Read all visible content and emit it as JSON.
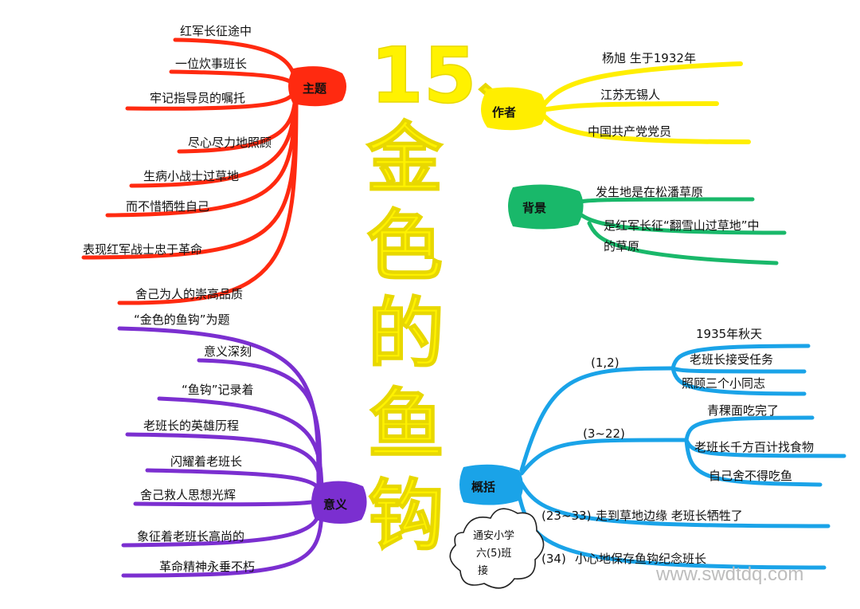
{
  "title": {
    "chars": [
      "15、",
      "金",
      "色",
      "的",
      "鱼",
      "钩"
    ],
    "color": "#fff200"
  },
  "branches": {
    "theme": {
      "hub": "主题",
      "color": "#ff2a10",
      "items": [
        "红军长征途中",
        "一位炊事班长",
        "牢记指导员的嘱托",
        "尽心尽力地照顾",
        "生病小战士过草地",
        "而不惜牺牲自己",
        "表现红军战士忠于革命",
        "舍己为人的崇高品质"
      ]
    },
    "author": {
      "hub": "作者",
      "color": "#ffee00",
      "items": [
        "杨旭 生于1932年",
        "江苏无锡人",
        "中国共产党党员"
      ]
    },
    "background": {
      "hub": "背景",
      "color": "#19b86a",
      "items": [
        "发生地是在松潘草原",
        "是红军长征“翻雪山过草地”中",
        "的草原"
      ]
    },
    "meaning": {
      "hub": "意义",
      "color": "#7b2fd0",
      "items": [
        "“金色的鱼钩”为题",
        "意义深刻",
        "“鱼钩”记录着",
        "老班长的英雄历程",
        "闪耀着老班长",
        "舍己救人思想光辉",
        "象征着老班长高尚的",
        "革命精神永垂不朽"
      ]
    },
    "summary": {
      "hub": "概括",
      "color": "#1aa3e8",
      "groups": [
        {
          "label": "(1,2)",
          "items": [
            "1935年秋天",
            "老班长接受任务",
            "照顾三个小同志"
          ]
        },
        {
          "label": "(3~22)",
          "items": [
            "青稞面吃完了",
            "老班长千方百计找食物",
            "自己舍不得吃鱼"
          ]
        },
        {
          "label": "(23~33)",
          "items": [
            "走到草地边缘 老班长牺牲了"
          ]
        },
        {
          "label": "(34)",
          "items": [
            "小心地保存鱼钩纪念班长"
          ]
        }
      ]
    }
  },
  "cloud": {
    "lines": [
      "通安小学",
      "六(5)班",
      "接"
    ]
  },
  "watermark": "www.swdtdq.com"
}
